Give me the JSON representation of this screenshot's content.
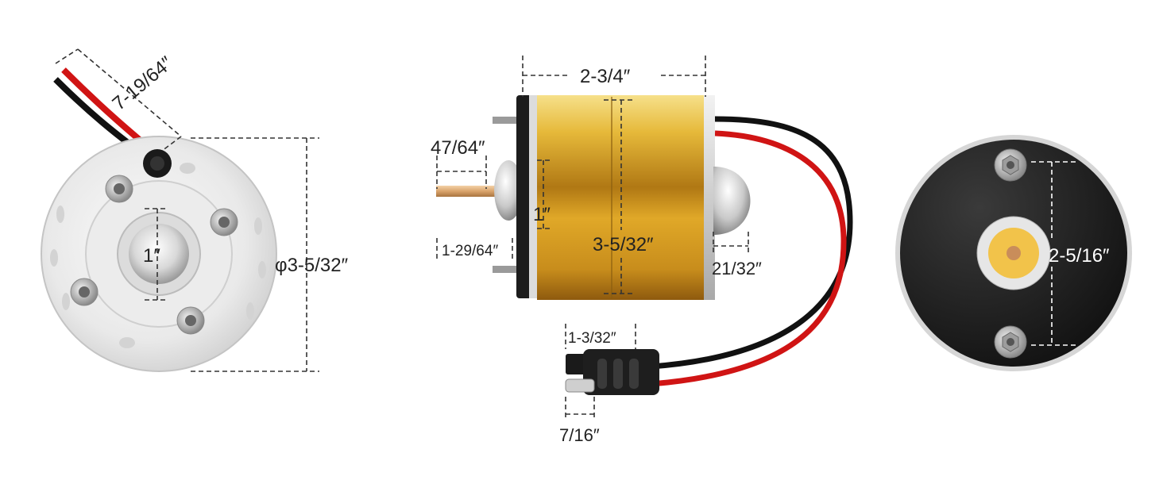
{
  "image_type": "product dimension diagram",
  "subject": "blower motor with two-wire connector",
  "views": {
    "front": {
      "wire_length": "7-19/64″",
      "hub_diameter": "1″",
      "flange_diameter": "φ3-5/32″"
    },
    "side": {
      "body_length": "2-3/4″",
      "shaft_length": "47/64″",
      "boss_diameter": "1″",
      "bolt_spacing": "1-29/64″",
      "body_diameter": "3-5/32″",
      "rear_cap_length": "21/32″",
      "connector_width": "1-3/32″",
      "pin_length": "7/16″"
    },
    "rear": {
      "stud_spacing": "2-5/16″"
    }
  },
  "colors": {
    "motor_gold": "#d9a521",
    "wire_red": "#d01414",
    "wire_black": "#111111",
    "back_plate": "#1b1b1b",
    "bushing_yellow": "#f2c34a"
  }
}
